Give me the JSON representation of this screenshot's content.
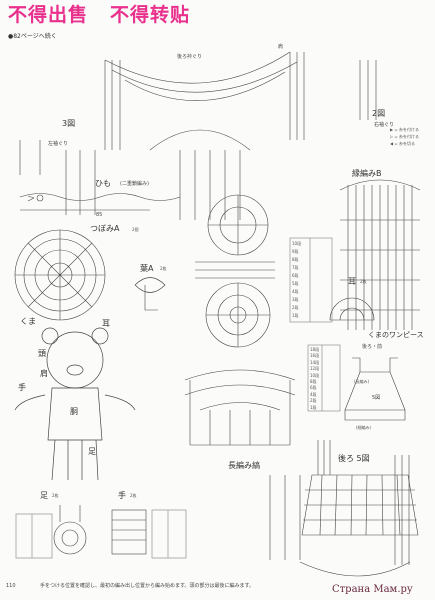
{
  "watermark": {
    "text1": "不得出售",
    "text2": "不得转贴",
    "color": "#e8308c"
  },
  "header": {
    "continued": "●82ページへ続く"
  },
  "labels": {
    "back_collar": "後ろ衿ぐり",
    "shoulder": "肩",
    "fig3": "3図",
    "left_armhole": "左袖ぐり",
    "fig2": "2図",
    "right_armhole": "右袖ぐり",
    "edge_b": "縁編みB",
    "cord": "ひも",
    "cord_note": "(二重鎖編み)",
    "cord_len": "85",
    "bud_a": "つぼみA",
    "bud_a_count": "2個",
    "leaf_a": "葉A",
    "leaf_a_count": "2枚",
    "ear": "耳",
    "ear_count": "2枚",
    "bear": "くま",
    "bear_ear": "耳",
    "bear_head": "頭",
    "bear_shoulder": "肩",
    "bear_hand": "手",
    "bear_torso": "胴",
    "bear_foot": "足",
    "onepiece": "くまのワンピース",
    "back_front": "後ろ・前",
    "treble": "(長編み)",
    "fig5_small": "5図",
    "edge_small": "(細編み)",
    "back_fig5": "後ろ 5図",
    "treble_stitch": "長編み縞",
    "foot2": "足",
    "foot2_count": "2枚",
    "hand2": "手",
    "hand2_count": "2枚",
    "page_number": "110",
    "site": "Страна Мам.ру"
  },
  "legend": [
    {
      "mark": "▶",
      "text": "= 糸を付ける"
    },
    {
      "mark": "▷",
      "text": "= 糸を付ける"
    },
    {
      "mark": "◀",
      "text": "= 糸を切る"
    }
  ],
  "footer_text": "手をつける位置を確認し、最初の編み出し位置から編み始めます。頭の部分は最後に編みます。",
  "row_table_1": [
    "10段",
    "9段",
    "8段",
    "7段",
    "6段",
    "5段",
    "4段",
    "3段",
    "2段",
    "1段"
  ],
  "row_table_2": [
    "18段",
    "16段",
    "14段",
    "12段",
    "10段",
    "8段",
    "6段",
    "4段",
    "2段",
    "1段"
  ]
}
